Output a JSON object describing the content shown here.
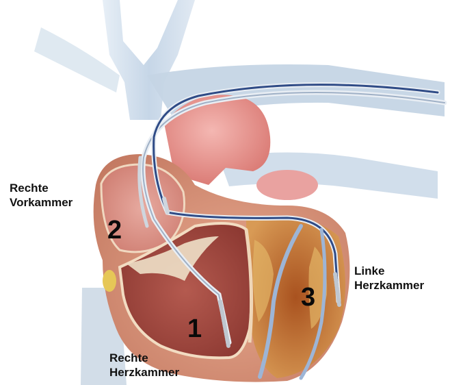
{
  "labels": {
    "right_atrium": [
      "Rechte",
      "Vorkammer"
    ],
    "left_ventricle": [
      "Linke",
      "Herzkammer"
    ],
    "right_ventricle": [
      "Rechte",
      "Herzkammer"
    ]
  },
  "numbers": {
    "rv": "1",
    "ra": "2",
    "lv": "3"
  },
  "colors": {
    "vessel": "#c9d8e6",
    "myocardium": "#d98a78",
    "chamber": "#a94a3f",
    "muscle_lv": "#b85f2e",
    "lead": "#2f4b86"
  }
}
